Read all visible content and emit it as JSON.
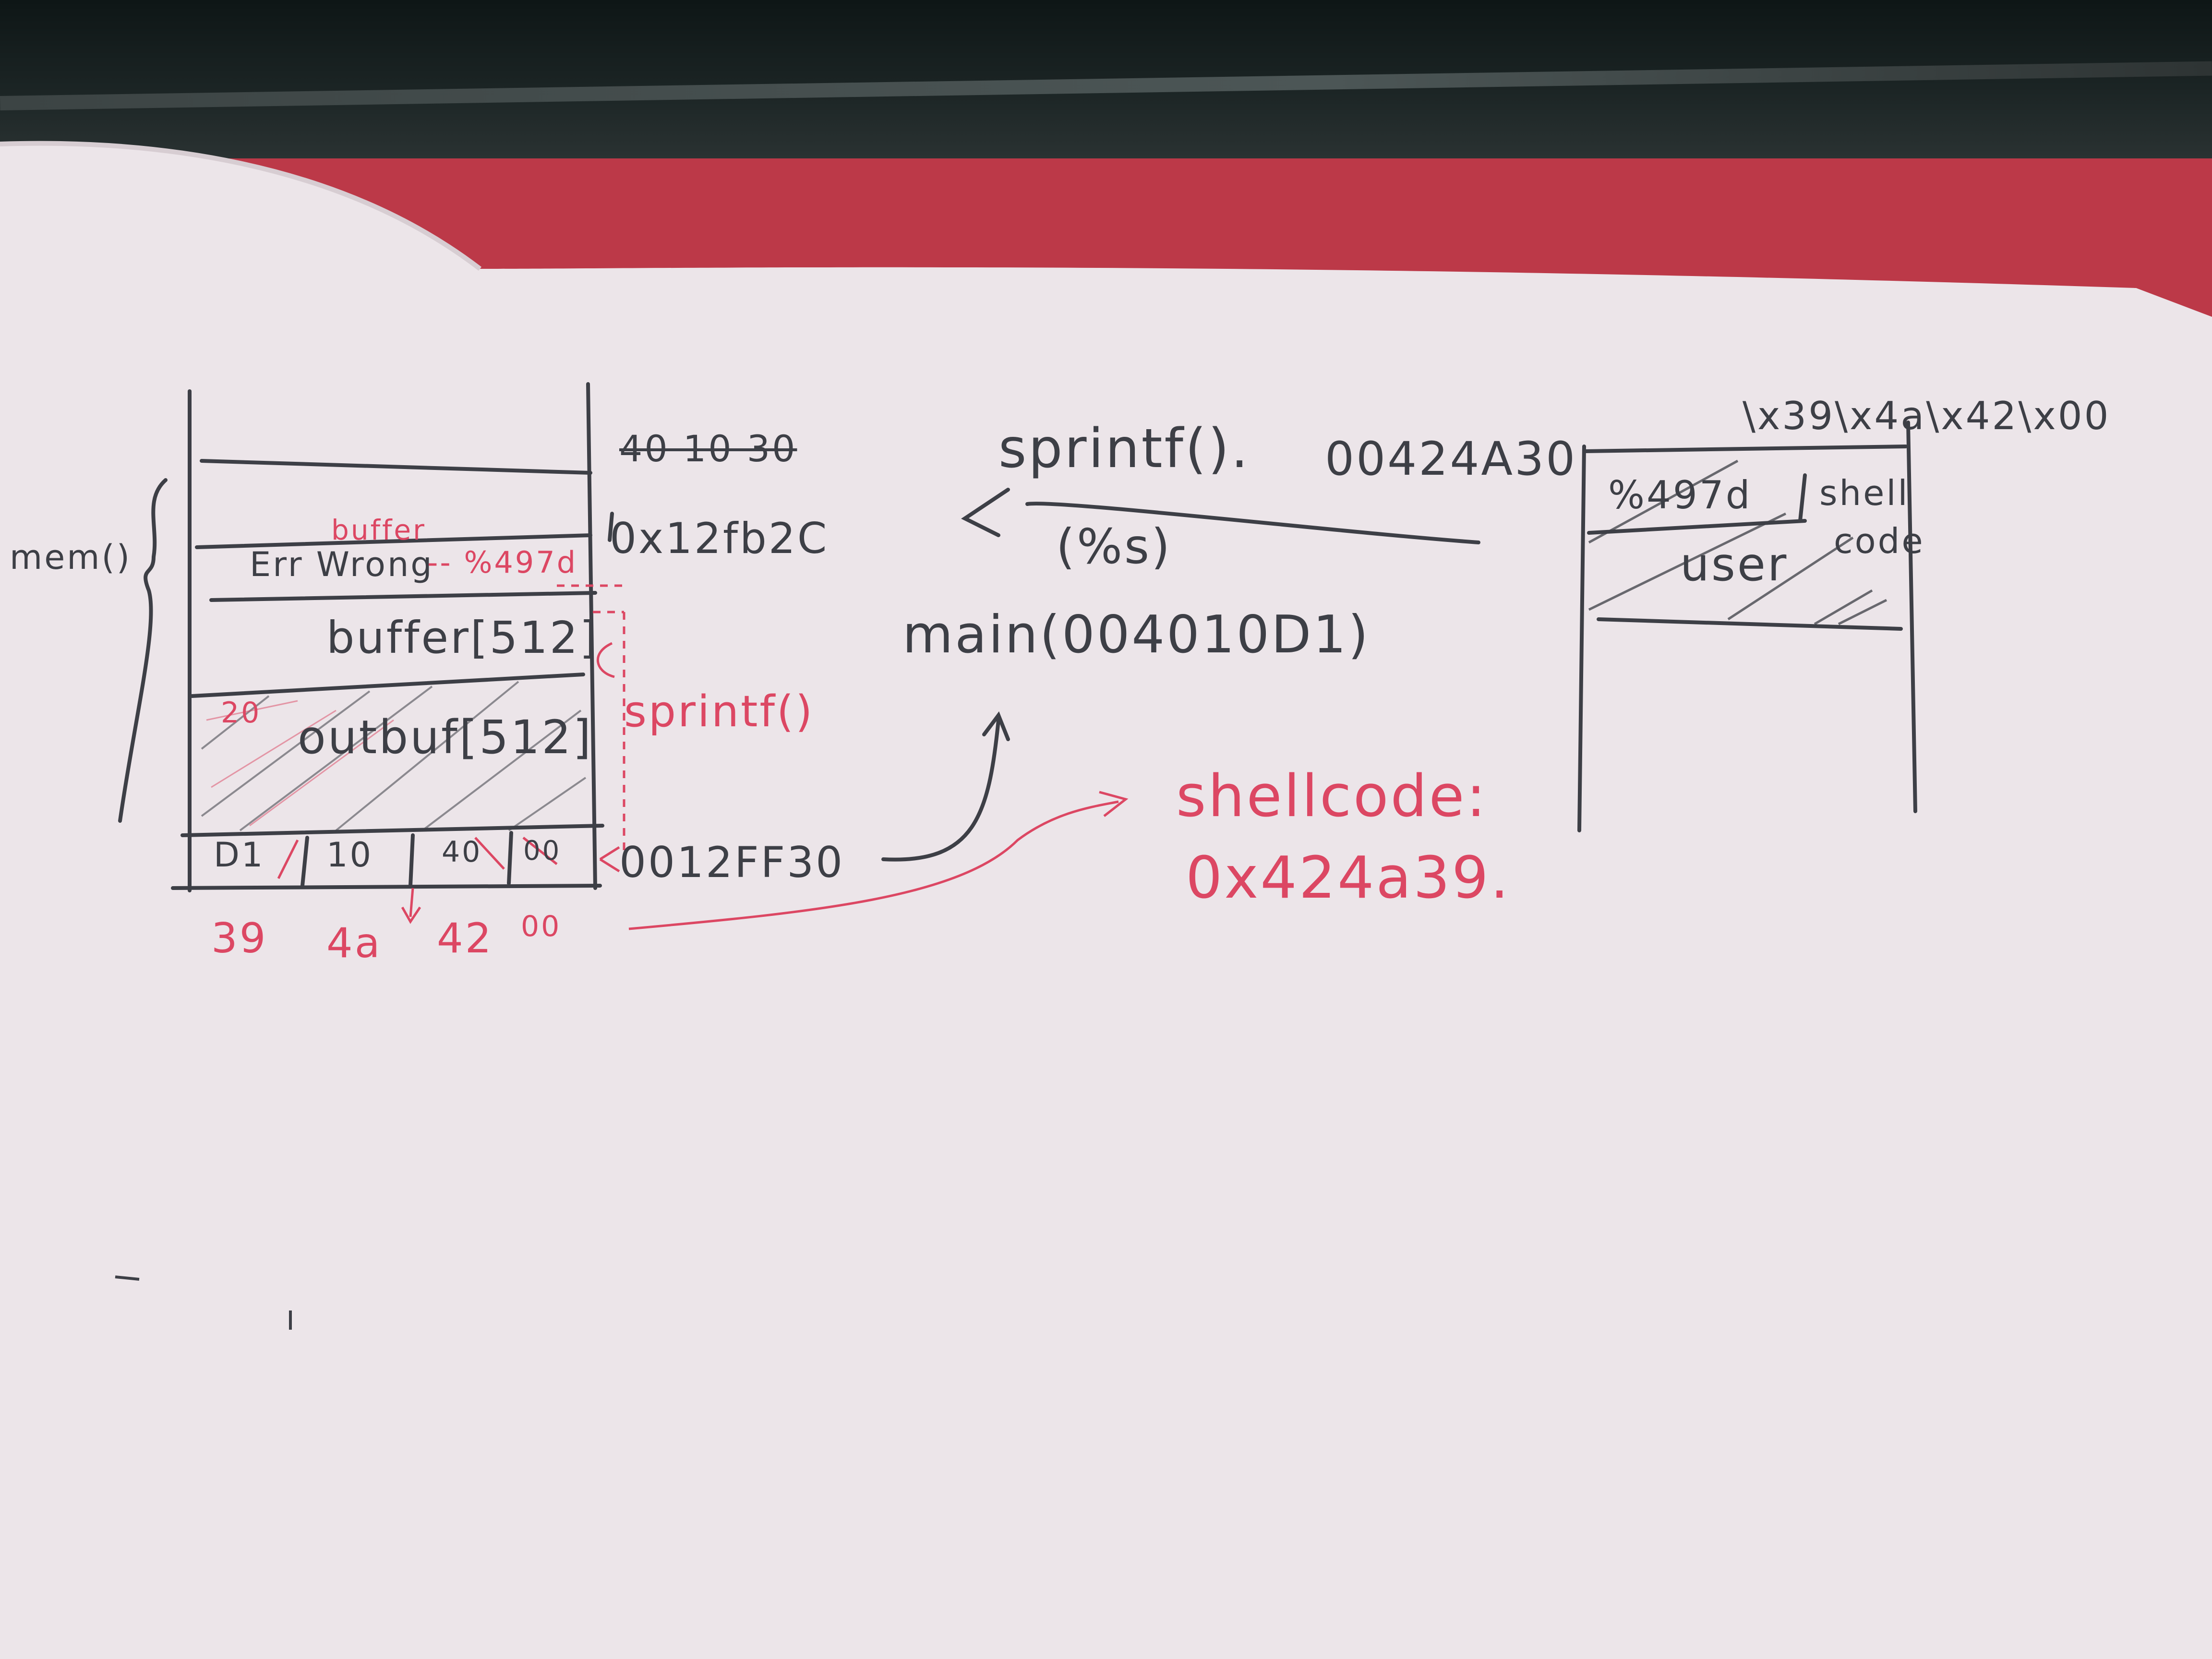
{
  "colors": {
    "paper": "#ece5e9",
    "table_red": "#bc3948",
    "laptop": "#141c1c",
    "pencil": "#3d3f46",
    "red_pen": "#dc4763"
  },
  "stack_diagram": {
    "side_label": "mem()",
    "crossed_top_address": "40 10 30",
    "rows": {
      "buffer_note": "buffer",
      "err_text": "Err Wrong",
      "format_specifier": "-- %497d",
      "buffer_label": "buffer[512]",
      "outbuf_label": "outbuf[512]",
      "outbuf_note": "20",
      "bottom_cells": [
        "D1",
        "10",
        "40",
        "00"
      ]
    },
    "address_top": "0x12fb2C",
    "address_bottom": "0012FF30",
    "overwrite_bytes": [
      "39",
      "4a",
      "42",
      "00"
    ]
  },
  "call_chain": {
    "sprintf_call": "sprintf().",
    "sprintf_address": "00424A30",
    "sprintf_arg": "(%s)",
    "main_call": "main(004010D1)",
    "sprintf_side_label": "sprintf()"
  },
  "shellcode_note": {
    "label": "shellcode:",
    "value": "0x424a39."
  },
  "payload_diagram": {
    "bytes": "\\x39\\x4a\\x42\\x00",
    "cell_format": "%497d",
    "cell_user": "user",
    "cell_shellcode_1": "shell",
    "cell_shellcode_2": "code"
  }
}
